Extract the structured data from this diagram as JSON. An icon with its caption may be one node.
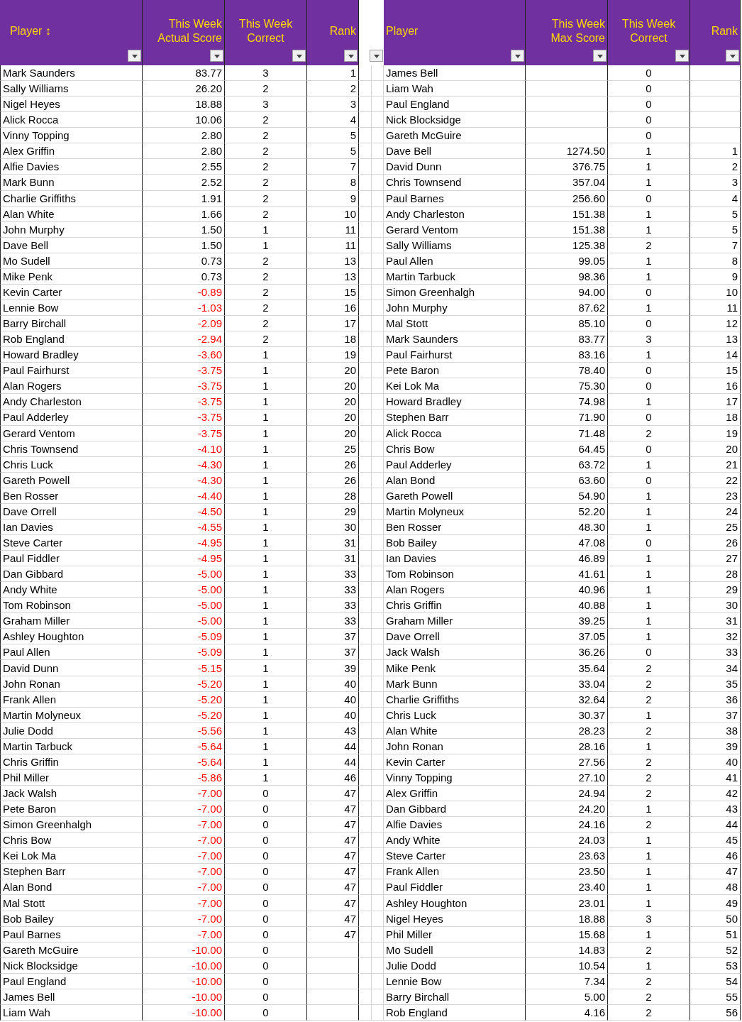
{
  "diagram": {
    "labels": [
      "Player ↕",
      "This Week Actual Score",
      "This Week Correct",
      "Rank",
      "Player",
      "This Week Max Score",
      "This Week Correct",
      "Rank",
      "Mark Saunders",
      "83.77",
      "3",
      "1",
      "James Bell",
      "0",
      "Sally Williams",
      "26.20",
      "2",
      "2",
      "Liam Wah",
      "0",
      "Nigel Heyes",
      "18.88",
      "3",
      "3",
      "Paul England",
      "0",
      "Alick Rocca",
      "10.06",
      "2",
      "4",
      "Nick Blocksidge",
      "0",
      "Vinny Topping",
      "2.80",
      "2",
      "5",
      "Gareth McGuire",
      "0",
      "Alex Griffin",
      "2.80",
      "2",
      "5",
      "Dave Bell",
      "1274.50",
      "1",
      "1",
      "Alfie Davies",
      "2.55",
      "2",
      "7",
      "David Dunn",
      "376.75",
      "1",
      "2",
      "Mark Bunn",
      "2.52",
      "2",
      "8",
      "Chris Townsend",
      "357.04",
      "1",
      "3",
      "Charlie Griffiths",
      "1.91",
      "2",
      "9",
      "Paul Barnes",
      "256.60",
      "0",
      "4",
      "Alan White",
      "1.66",
      "2",
      "10",
      "Andy Charleston",
      "151.38",
      "1",
      "5",
      "John Murphy",
      "1.50",
      "1",
      "11",
      "Gerard Ventom",
      "151.38",
      "1",
      "5",
      "Dave Bell",
      "1.50",
      "1",
      "11",
      "Sally Williams",
      "125.38",
      "2",
      "7",
      "Mo Sudell",
      "0.73",
      "2",
      "13",
      "Paul Allen",
      "99.05",
      "1",
      "8",
      "Mike Penk",
      "0.73",
      "2",
      "13",
      "Martin Tarbuck",
      "98.36",
      "1",
      "9",
      "Kevin Carter",
      "-0.89",
      "2",
      "15",
      "Simon Greenhalgh",
      "94.00",
      "0",
      "10",
      "Lennie Bow",
      "-1.03",
      "2",
      "16",
      "John Murphy",
      "87.62",
      "1",
      "11",
      "Barry Birchall",
      "-2.09",
      "2",
      "17",
      "Mal Stott",
      "85.10",
      "0",
      "12",
      "Rob England",
      "-2.94",
      "2",
      "18",
      "Mark Saunders",
      "83.77",
      "3",
      "13",
      "Howard Bradley",
      "-3.60",
      "1",
      "19",
      "Paul Fairhurst",
      "83.16",
      "1",
      "14",
      "Paul Fairhurst",
      "-3.75",
      "1",
      "20",
      "Pete Baron",
      "78.40",
      "0",
      "15",
      "Alan Rogers",
      "-3.75",
      "1",
      "20",
      "Kei Lok Ma",
      "75.30",
      "0",
      "16",
      "Andy Charleston",
      "-3.75",
      "1",
      "20",
      "Howard Bradley",
      "74.98",
      "1",
      "17",
      "Paul Adderley",
      "-3.75",
      "1",
      "20",
      "Stephen Barr",
      "71.90",
      "0",
      "18",
      "Gerard Ventom",
      "-3.75",
      "1",
      "20",
      "Alick Rocca",
      "71.48",
      "2",
      "19",
      "Chris Townsend",
      "-4.10",
      "1",
      "25",
      "Chris Bow",
      "64.45",
      "0",
      "20",
      "Chris Luck",
      "-4.30",
      "1",
      "26",
      "Paul Adderley",
      "63.72",
      "1",
      "21",
      "Gareth Powell",
      "-4.30",
      "1",
      "26",
      "Alan Bond",
      "63.60",
      "0",
      "22",
      "Ben Rosser",
      "-4.40",
      "1",
      "28",
      "Gareth Powell",
      "54.90",
      "1",
      "23",
      "Dave Orrell",
      "-4.50",
      "1",
      "29",
      "Martin Molyneux",
      "52.20",
      "1",
      "24",
      "Ian Davies",
      "-4.55",
      "1",
      "30",
      "Ben Rosser",
      "48.30",
      "1",
      "25",
      "Steve Carter",
      "-4.95",
      "1",
      "31",
      "Bob Bailey",
      "47.08",
      "0",
      "26",
      "Paul Fiddler",
      "-4.95",
      "1",
      "31",
      "Ian Davies",
      "46.89",
      "1",
      "27",
      "Dan Gibbard",
      "-5.00",
      "1",
      "33",
      "Tom Robinson",
      "41.61",
      "1",
      "28",
      "Andy White",
      "-5.00",
      "1",
      "33",
      "Alan Rogers",
      "40.96",
      "1",
      "29",
      "Tom Robinson",
      "-5.00",
      "1",
      "33",
      "Chris Griffin",
      "40.88",
      "1",
      "30",
      "Graham Miller",
      "-5.00",
      "1",
      "33",
      "Graham Miller",
      "39.25",
      "1",
      "31",
      "Ashley Houghton",
      "-5.09",
      "1",
      "37",
      "Dave Orrell",
      "37.05",
      "1",
      "32",
      "Paul Allen",
      "-5.09",
      "1",
      "37",
      "Jack Walsh",
      "36.26",
      "0",
      "33",
      "David Dunn",
      "-5.15",
      "1",
      "39",
      "Mike Penk",
      "35.64",
      "2",
      "34",
      "John Ronan",
      "-5.20",
      "1",
      "40",
      "Mark Bunn",
      "33.04",
      "2",
      "35",
      "Frank Allen",
      "-5.20",
      "1",
      "40",
      "Charlie Griffiths",
      "32.64",
      "2",
      "36",
      "Martin Molyneux",
      "-5.20",
      "1",
      "40",
      "Chris Luck",
      "30.37",
      "1",
      "37",
      "Julie Dodd",
      "-5.56",
      "1",
      "43",
      "Alan White",
      "28.23",
      "2",
      "38",
      "Martin Tarbuck",
      "-5.64",
      "1",
      "44",
      "John Ronan",
      "28.16",
      "1",
      "39",
      "Chris Griffin",
      "-5.64",
      "1",
      "44",
      "Kevin Carter",
      "27.56",
      "2",
      "40",
      "Phil Miller",
      "-5.86",
      "1",
      "46",
      "Vinny Topping",
      "27.10",
      "2",
      "41",
      "Jack Walsh",
      "-7.00",
      "0",
      "47",
      "Alex Griffin",
      "24.94",
      "2",
      "42",
      "Pete Baron",
      "-7.00",
      "0",
      "47",
      "Dan Gibbard",
      "24.20",
      "1",
      "43",
      "Simon Greenhalgh",
      "-7.00",
      "0",
      "47",
      "Alfie Davies",
      "24.16",
      "2",
      "44",
      "Chris Bow",
      "-7.00",
      "0",
      "47",
      "Andy White",
      "24.03",
      "1",
      "45",
      "Kei Lok Ma",
      "-7.00",
      "0",
      "47",
      "Steve Carter",
      "23.63",
      "1",
      "46",
      "Stephen Barr",
      "-7.00",
      "0",
      "47",
      "Frank Allen",
      "23.50",
      "1",
      "47",
      "Alan Bond",
      "-7.00",
      "0",
      "47",
      "Paul Fiddler",
      "23.40",
      "1",
      "48",
      "Mal Stott",
      "-7.00",
      "0",
      "47",
      "Ashley Houghton",
      "23.01",
      "1",
      "49",
      "Bob Bailey",
      "-7.00",
      "0",
      "47",
      "Nigel Heyes",
      "18.88",
      "3",
      "50",
      "Paul Barnes",
      "-7.00",
      "0",
      "47",
      "Phil Miller",
      "15.68",
      "1",
      "51",
      "Gareth McGuire",
      "-10.00",
      "0",
      "Mo Sudell",
      "14.83",
      "2",
      "52",
      "Nick Blocksidge",
      "-10.00",
      "0",
      "Julie Dodd",
      "10.54",
      "1",
      "53",
      "Paul England",
      "-10.00",
      "0",
      "Lennie Bow",
      "7.34",
      "2",
      "54",
      "James Bell",
      "-10.00",
      "0",
      "Barry Birchall",
      "5.00",
      "2",
      "55",
      "Liam Wah",
      "-10.00",
      "0",
      "Rob England",
      "4.16",
      "2",
      "56"
    ]
  }
}
